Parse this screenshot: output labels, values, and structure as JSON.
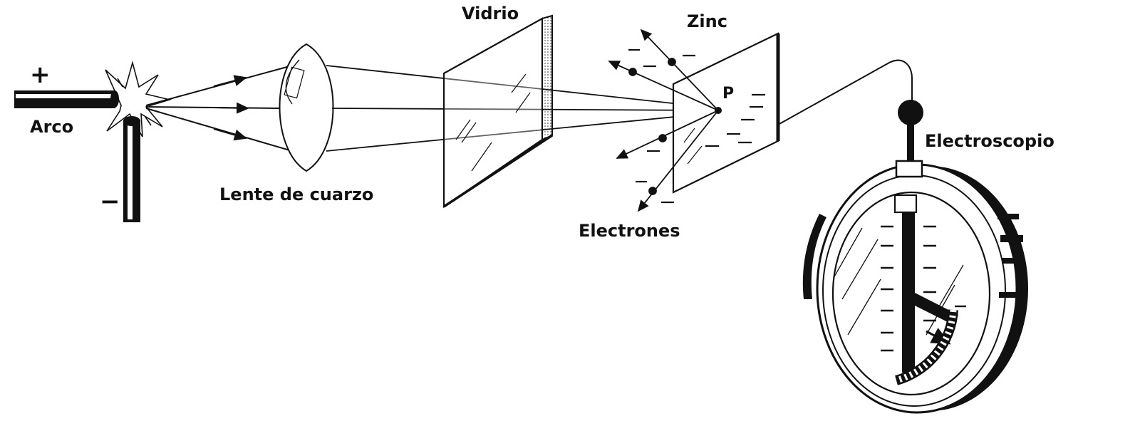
{
  "labels": {
    "plus": "+",
    "minus": "−",
    "arco": "Arco",
    "lente": "Lente de cuarzo",
    "vidrio": "Vidrio",
    "zinc": "Zinc",
    "punto": "P",
    "electrones": "Electrones",
    "electroscopio": "Electroscopio"
  },
  "colors": {
    "ink": "#111111"
  }
}
